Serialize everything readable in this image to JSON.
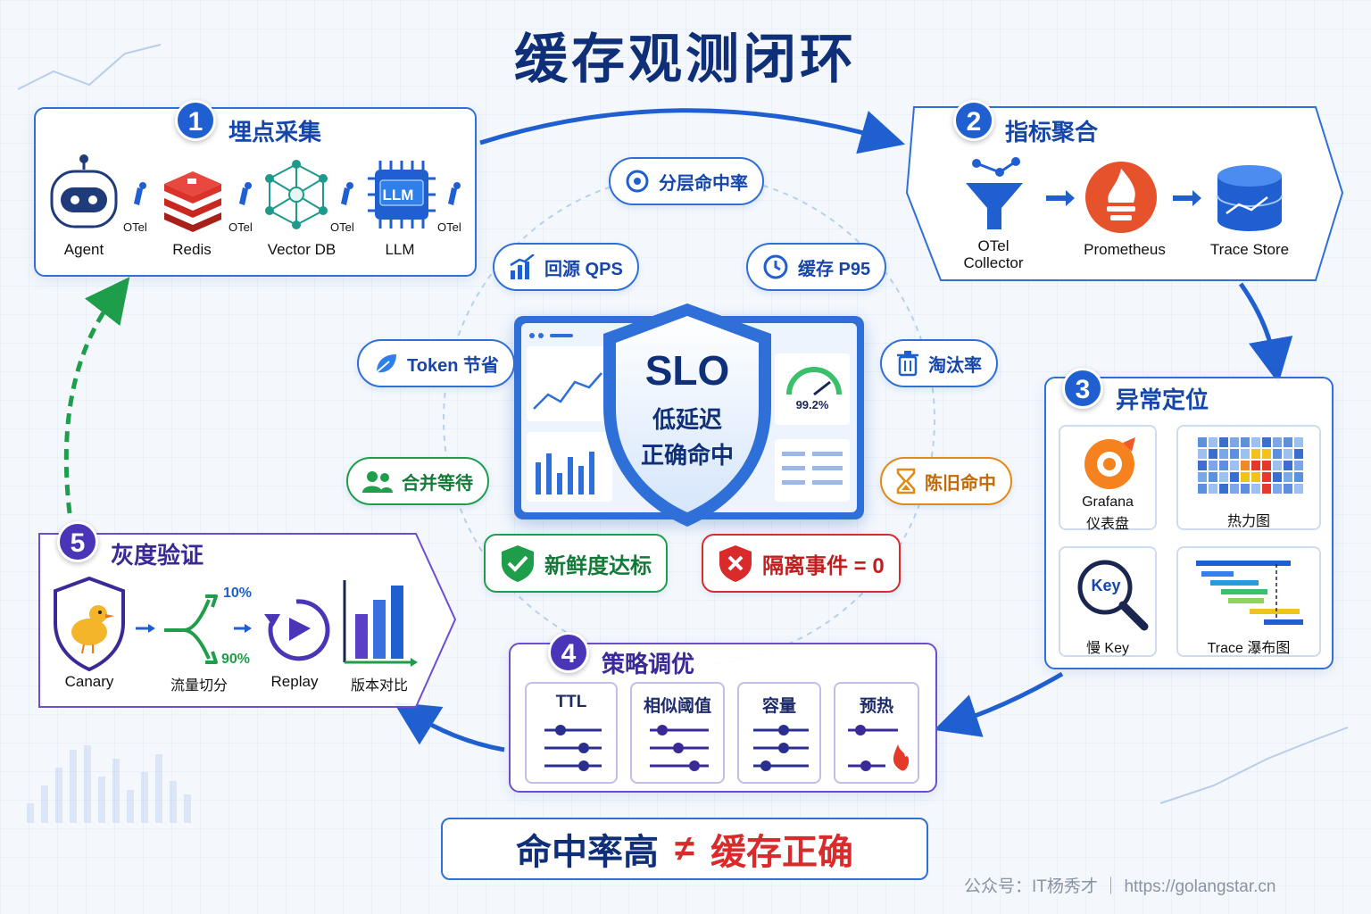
{
  "title": "缓存观测闭环",
  "colors": {
    "blue": "#2f6fd8",
    "green": "#1e9e4a",
    "purple": "#5b3fc7",
    "orange": "#e08a17",
    "red": "#d92b2b"
  },
  "section1": {
    "number": "1",
    "title": "埋点采集",
    "items": [
      {
        "icon": "robot-icon",
        "label": "Agent"
      },
      {
        "icon": "redis-icon",
        "label": "Redis"
      },
      {
        "icon": "vector-db-icon",
        "label": "Vector DB"
      },
      {
        "icon": "llm-chip-icon",
        "label": "LLM"
      }
    ],
    "otel": "OTel",
    "llm_chip_text": "LLM"
  },
  "section2": {
    "number": "2",
    "title": "指标聚合",
    "items": [
      {
        "icon": "funnel-icon",
        "label_line1": "OTel",
        "label_line2": "Collector"
      },
      {
        "icon": "prometheus-icon",
        "label": "Prometheus"
      },
      {
        "icon": "database-icon",
        "label": "Trace Store"
      }
    ]
  },
  "section3": {
    "number": "3",
    "title": "异常定位",
    "cards": [
      {
        "icon": "grafana-icon",
        "label_line1": "Grafana",
        "label_line2": "仪表盘"
      },
      {
        "icon": "heatmap-icon",
        "label": "热力图"
      },
      {
        "icon": "magnifier-key-icon",
        "label": "慢 Key",
        "icon_text": "Key"
      },
      {
        "icon": "waterfall-icon",
        "label": "Trace 瀑布图"
      }
    ]
  },
  "section4": {
    "number": "4",
    "title": "策略调优",
    "cards": [
      {
        "label": "TTL"
      },
      {
        "label": "相似阈值"
      },
      {
        "label": "容量"
      },
      {
        "label": "预热"
      }
    ]
  },
  "section5": {
    "number": "5",
    "title": "灰度验证",
    "items": [
      {
        "icon": "canary-shield-icon",
        "label": "Canary"
      },
      {
        "icon": "split-arrow-icon",
        "label": "流量切分",
        "top_pct": "10%",
        "bottom_pct": "90%"
      },
      {
        "icon": "replay-icon",
        "label": "Replay"
      },
      {
        "icon": "bar-chart-icon",
        "label": "版本对比"
      }
    ]
  },
  "center": {
    "slo_title": "SLO",
    "slo_line1": "低延迟",
    "slo_line2": "正确命中",
    "gauge_value": "99.2%",
    "metrics": {
      "layered_hit": "分层命中率",
      "origin_qps": "回源 QPS",
      "cache_p95": "缓存 P95",
      "token_saving": "Token 节省",
      "eviction": "淘汰率",
      "merge_wait": "合并等待",
      "stale_hit": "陈旧命中",
      "freshness": "新鲜度达标",
      "isolation": "隔离事件 = 0"
    }
  },
  "footer": {
    "left": "命中率高",
    "op": "≠",
    "right": "缓存正确"
  },
  "watermark": "公众号：IT杨秀才  ｜  https://golangstar.cn"
}
